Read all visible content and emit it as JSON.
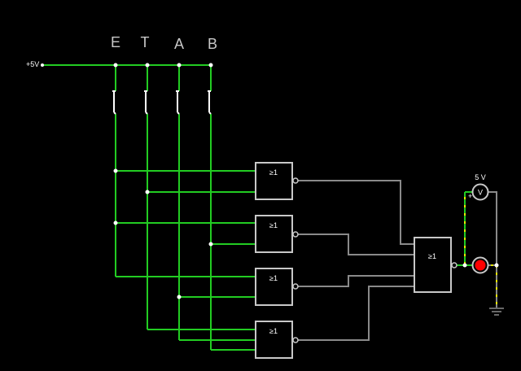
{
  "colors": {
    "background": "#000000",
    "wire_high": "#22cc22",
    "wire_low": "#8a8a8a",
    "component": "#c8c8c8",
    "text": "#ffffff",
    "label": "#c8c8c8",
    "lamp_on": "#ff0000",
    "current_dot": "#e6e600"
  },
  "source": {
    "label": "+5V"
  },
  "switches": [
    {
      "label": "E"
    },
    {
      "label": "T"
    },
    {
      "label": "A"
    },
    {
      "label": "B"
    }
  ],
  "gates": [
    {
      "symbol": "≥1"
    },
    {
      "symbol": "≥1"
    },
    {
      "symbol": "≥1"
    },
    {
      "symbol": "≥1"
    },
    {
      "symbol": "≥1"
    }
  ],
  "voltmeter": {
    "reading": "5 V",
    "symbol": "V",
    "polarity": "+"
  },
  "output_lamp": {
    "state": "on"
  }
}
